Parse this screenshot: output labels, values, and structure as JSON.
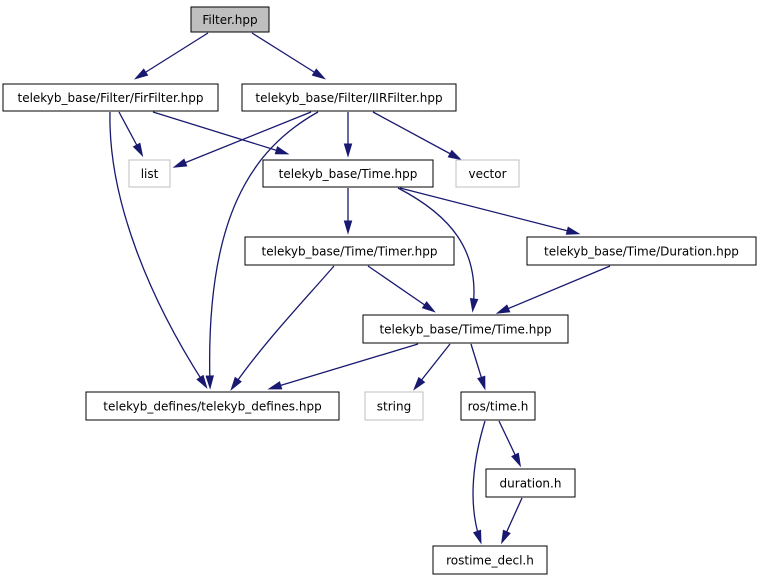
{
  "colors": {
    "edge": "#191970",
    "node_border": "#000000",
    "external_border": "#bfbfbf",
    "root_fill": "#bfbfbf",
    "node_fill": "#ffffff",
    "text": "#000000"
  },
  "nodes": [
    {
      "id": "filter",
      "label": "Filter.hpp",
      "kind": "root"
    },
    {
      "id": "firfilter",
      "label": "telekyb_base/Filter/FirFilter.hpp",
      "kind": "internal"
    },
    {
      "id": "iirfilter",
      "label": "telekyb_base/Filter/IIRFilter.hpp",
      "kind": "internal"
    },
    {
      "id": "list",
      "label": "list",
      "kind": "external"
    },
    {
      "id": "time_hpp",
      "label": "telekyb_base/Time.hpp",
      "kind": "internal"
    },
    {
      "id": "vector",
      "label": "vector",
      "kind": "external"
    },
    {
      "id": "timer",
      "label": "telekyb_base/Time/Timer.hpp",
      "kind": "internal"
    },
    {
      "id": "duration_hpp",
      "label": "telekyb_base/Time/Duration.hpp",
      "kind": "internal"
    },
    {
      "id": "time_time",
      "label": "telekyb_base/Time/Time.hpp",
      "kind": "internal"
    },
    {
      "id": "defines",
      "label": "telekyb_defines/telekyb_defines.hpp",
      "kind": "internal"
    },
    {
      "id": "string",
      "label": "string",
      "kind": "external"
    },
    {
      "id": "ros_time",
      "label": "ros/time.h",
      "kind": "internal"
    },
    {
      "id": "duration_h",
      "label": "duration.h",
      "kind": "internal"
    },
    {
      "id": "rostime_decl",
      "label": "rostime_decl.h",
      "kind": "internal"
    }
  ],
  "edges": [
    {
      "from": "filter",
      "to": "firfilter"
    },
    {
      "from": "filter",
      "to": "iirfilter"
    },
    {
      "from": "firfilter",
      "to": "list"
    },
    {
      "from": "firfilter",
      "to": "time_hpp"
    },
    {
      "from": "firfilter",
      "to": "defines"
    },
    {
      "from": "iirfilter",
      "to": "list"
    },
    {
      "from": "iirfilter",
      "to": "time_hpp"
    },
    {
      "from": "iirfilter",
      "to": "vector"
    },
    {
      "from": "iirfilter",
      "to": "defines"
    },
    {
      "from": "time_hpp",
      "to": "timer"
    },
    {
      "from": "time_hpp",
      "to": "duration_hpp"
    },
    {
      "from": "time_hpp",
      "to": "time_time"
    },
    {
      "from": "timer",
      "to": "time_time"
    },
    {
      "from": "timer",
      "to": "defines"
    },
    {
      "from": "duration_hpp",
      "to": "time_time"
    },
    {
      "from": "time_time",
      "to": "defines"
    },
    {
      "from": "time_time",
      "to": "string"
    },
    {
      "from": "time_time",
      "to": "ros_time"
    },
    {
      "from": "ros_time",
      "to": "duration_h"
    },
    {
      "from": "ros_time",
      "to": "rostime_decl"
    },
    {
      "from": "duration_h",
      "to": "rostime_decl"
    }
  ]
}
